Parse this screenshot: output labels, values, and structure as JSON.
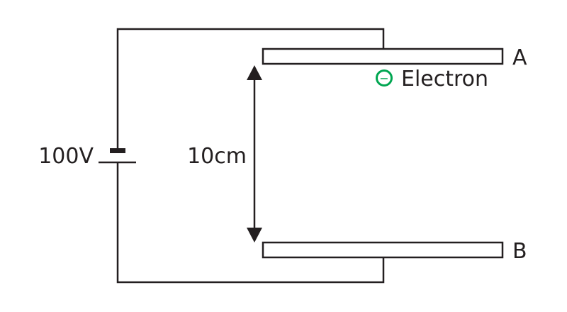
{
  "diagram": {
    "battery_label": "100V",
    "distance_label": "10cm",
    "plate_top_label": "A",
    "plate_bottom_label": "B",
    "electron_label": "Electron",
    "electron_symbol": "−"
  },
  "colors": {
    "wire": "#231f20",
    "plate_fill": "#ffffff",
    "electron": "#00a651",
    "text": "#231f20"
  }
}
